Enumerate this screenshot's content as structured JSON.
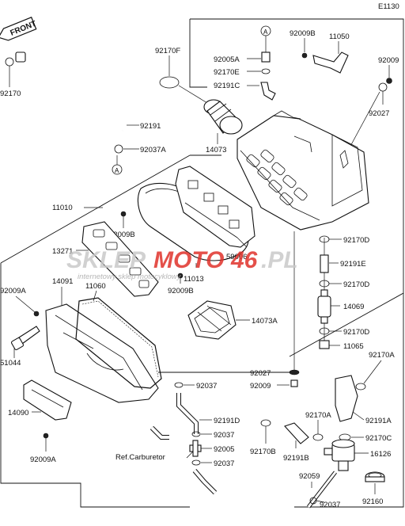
{
  "diagram_code": "E1130",
  "front_label": "FRONT",
  "circle_ref": "A",
  "ref_carburetor": "Ref.Carburetor",
  "watermark": {
    "brand_a": "SKLEP",
    "brand_b": "MOTO",
    "brand_c": "46",
    "brand_d": ".PL",
    "tagline": "internetowy sklep motocyklowy",
    "color_red": "#e0322b",
    "color_grey": "#b8b8b8"
  },
  "parts": {
    "p92170": "92170",
    "p92191_hose": "92191",
    "p92037A": "92037A",
    "p92170F": "92170F",
    "p14073": "14073",
    "p92005A": "92005A",
    "p92170E": "92170E",
    "p92191C": "92191C",
    "p92009B_top": "92009B",
    "p11050": "11050",
    "p92009_top": "92009",
    "p92027_top": "92027",
    "p11010": "11010",
    "p92009B_mid": "92009B",
    "p13271": "13271",
    "p59006": "59006",
    "p11013": "11013",
    "p92009B_low": "92009B",
    "p14091": "14091",
    "p11060": "11060",
    "p92009A_top": "92009A",
    "p14073A": "14073A",
    "p51044": "51044",
    "p14090": "14090",
    "p92009A_low": "92009A",
    "p92170D_a": "92170D",
    "p92191E": "92191E",
    "p92170D_b": "92170D",
    "p14069": "14069",
    "p92170D_c": "92170D",
    "p11065": "11065",
    "p92027_low": "92027",
    "p92009_low": "92009",
    "p92037_a": "92037",
    "p92191D": "92191D",
    "p92037_b": "92037",
    "p92005": "92005",
    "p92037_c": "92037",
    "p92170B": "92170B",
    "p92191B": "92191B",
    "p92170A_top": "92170A",
    "p92170A_mid": "92170A",
    "p92191A": "92191A",
    "p92170C": "92170C",
    "p16126": "16126",
    "p92059": "92059",
    "p92037_d": "92037",
    "p92160": "92160"
  }
}
